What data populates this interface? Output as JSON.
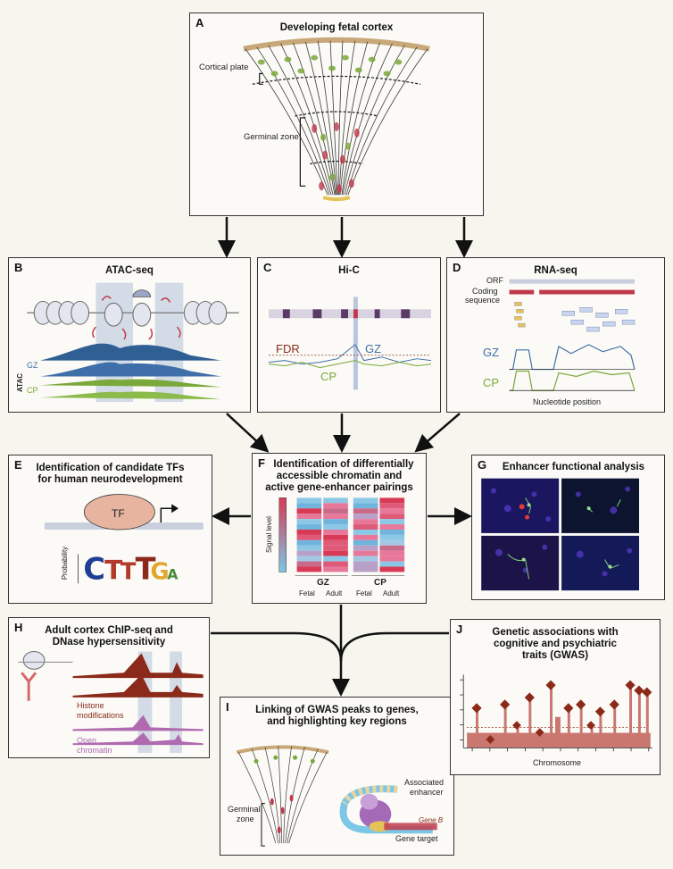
{
  "panels": {
    "A": {
      "label": "A",
      "title": "Developing fetal cortex",
      "cortical_plate": "Cortical plate",
      "germinal_zone": "Germinal zone"
    },
    "B": {
      "label": "B",
      "title": "ATAC-seq",
      "atac": "ATAC",
      "gz": "GZ",
      "cp": "CP"
    },
    "C": {
      "label": "C",
      "title": "Hi-C",
      "fdr": "FDR",
      "gz": "GZ",
      "cp": "CP"
    },
    "D": {
      "label": "D",
      "title": "RNA-seq",
      "orf": "ORF",
      "coding_line1": "Coding",
      "coding_line2": "sequence",
      "gz": "GZ",
      "cp": "CP",
      "xlabel": "Nucleotide position"
    },
    "E": {
      "label": "E",
      "title_line1": "Identification of candidate TFs",
      "title_line2": "for human neurodevelopment",
      "tf": "TF",
      "probability": "Probability"
    },
    "F": {
      "label": "F",
      "title_line1": "Identification of differentially",
      "title_line2": "accessible chromatin and",
      "title_line3": "active gene-enhancer pairings",
      "signal_level": "Signal level",
      "gz": "GZ",
      "cp": "CP",
      "fetal": "Fetal",
      "adult": "Adult"
    },
    "G": {
      "label": "G",
      "title": "Enhancer functional analysis"
    },
    "H": {
      "label": "H",
      "title_line1": "Adult cortex ChIP-seq and",
      "title_line2": "DNase hypersensitivity",
      "histone_line1": "Histone",
      "histone_line2": "modifications",
      "open_line1": "Open",
      "open_line2": "chromatin"
    },
    "I": {
      "label": "I",
      "title_line1": "Linking of GWAS peaks to genes,",
      "title_line2": "and highlighting key regions",
      "germinal_line1": "Germinal",
      "germinal_line2": "zone",
      "assoc_line1": "Associated",
      "assoc_line2": "enhancer",
      "gene_b": "Gene B",
      "gene_target": "Gene target"
    },
    "J": {
      "label": "J",
      "title_line1": "Genetic associations with",
      "title_line2": "cognitive and psychiatric",
      "title_line3": "traits (GWAS)",
      "xlabel": "Chromosome"
    }
  },
  "colors": {
    "border": "#333333",
    "red": "#c0394b",
    "blue": "#3f6fa8",
    "green": "#7aa83a",
    "highlight": "#b9c6de",
    "histone": "#8b2a1a",
    "open": "#b06ab0",
    "gwas": "#c9776f",
    "gwas_top": "#8b2a1a"
  }
}
